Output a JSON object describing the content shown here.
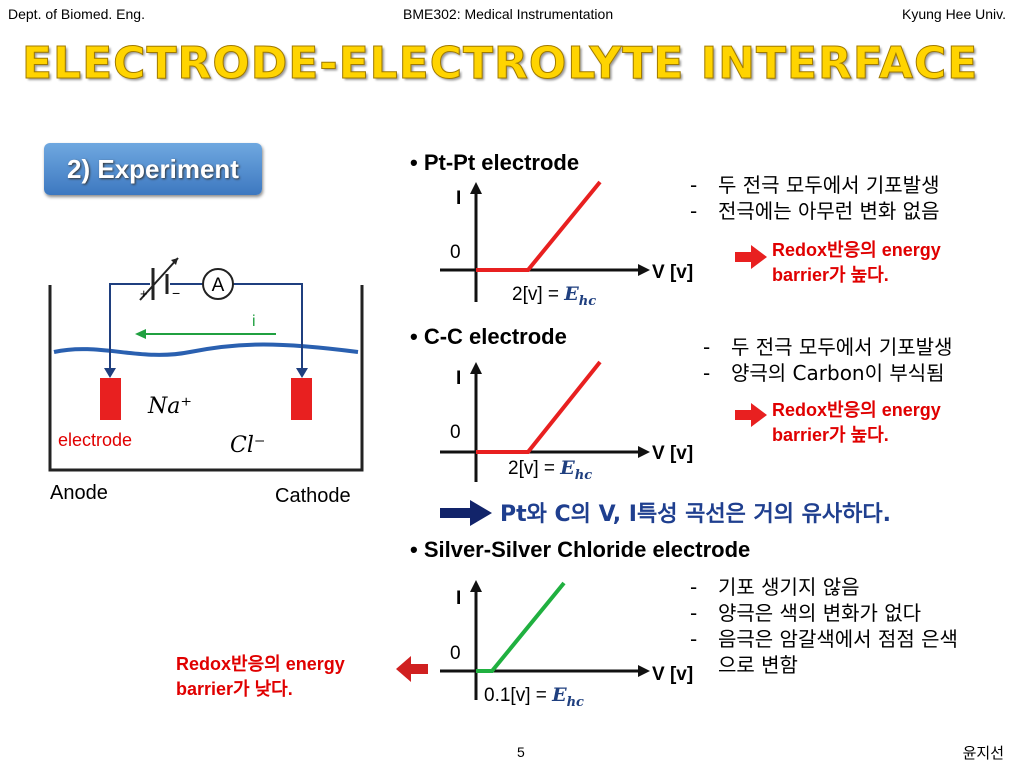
{
  "header": {
    "left": "Dept. of Biomed. Eng.",
    "center": "BME302: Medical Instrumentation",
    "right": "Kyung Hee Univ."
  },
  "title": "Electrode-Electrolyte Interface",
  "experiment_label": "2) Experiment",
  "diagram": {
    "meter": "A",
    "current": "i",
    "plus": "+",
    "minus": "−",
    "ion1": "Na⁺",
    "ion2": "Cl⁻",
    "electrode": "electrode",
    "anode": "Anode",
    "cathode": "Cathode"
  },
  "sections": [
    {
      "heading": "• Pt-Pt electrode",
      "y_label": "I",
      "zero": "0",
      "x_label": "V [v]",
      "threshold": "2[v] = ",
      "notes": [
        "두 전극 모두에서 기포발생",
        "전극에는 아무런 변화 없음"
      ],
      "red_line1": "Redox반응의 energy",
      "red_line2": "barrier가 높다."
    },
    {
      "heading": "• C-C electrode",
      "y_label": "I",
      "zero": "0",
      "x_label": "V [v]",
      "threshold": "2[v] = ",
      "notes": [
        "두 전극 모두에서 기포발생",
        "양극의 Carbon이 부식됨"
      ],
      "red_line1": "Redox반응의 energy",
      "red_line2": "barrier가 높다."
    },
    {
      "heading": "• Silver-Silver Chloride electrode",
      "y_label": "I",
      "zero": "0",
      "x_label": "V [v]",
      "threshold": "0.1[v] = ",
      "notes": [
        "기포 생기지 않음",
        "양극은 색의 변화가 없다",
        "음극은 암갈색에서 점점 은색",
        "으로 변함"
      ],
      "red_line1": "Redox반응의 energy",
      "red_line2": "barrier가 낮다."
    }
  ],
  "ehc_symbol": "E",
  "ehc_sub": "hc",
  "conclusion": "Pt와 C의 V, I특성 곡선은 거의 유사하다.",
  "footer": {
    "page": "5",
    "author": "윤지선"
  },
  "colors": {
    "title": "#ffd400",
    "button": "#4a86c8",
    "red_text": "#e00000",
    "conclusion": "#1f3f8f",
    "curve_red": "#e82020",
    "curve_green": "#20b040",
    "current_arrow": "#20a040",
    "wire": "#1f3f7f",
    "water": "#2a60b0"
  }
}
